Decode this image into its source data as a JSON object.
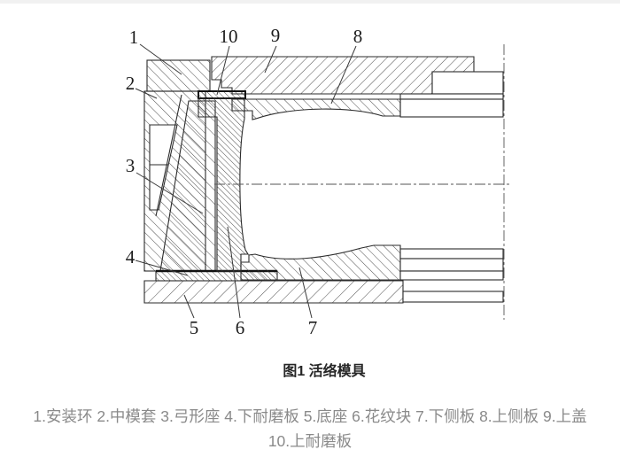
{
  "figure": {
    "caption": "图1 活络模具",
    "legend_line1": "1.安装环 2.中模套 3.弓形座 4.下耐磨板 5.底座 6.花纹块 7.下侧板 8.上侧板 9.上盖",
    "legend_line2": "10.上耐磨板",
    "callouts": [
      {
        "n": "1",
        "part": "安装环"
      },
      {
        "n": "2",
        "part": "中模套"
      },
      {
        "n": "3",
        "part": "弓形座"
      },
      {
        "n": "4",
        "part": "下耐磨板"
      },
      {
        "n": "5",
        "part": "底座"
      },
      {
        "n": "6",
        "part": "花纹块"
      },
      {
        "n": "7",
        "part": "下侧板"
      },
      {
        "n": "8",
        "part": "上侧板"
      },
      {
        "n": "9",
        "part": "上盖"
      },
      {
        "n": "10",
        "part": "上耐磨板"
      }
    ],
    "colors": {
      "line": "#2b2b2b",
      "hatch": "#3a3a3a",
      "caption_text": "#262626",
      "legend_text": "#8a8a8a",
      "background": "#ffffff",
      "top_border": "#f1f1f1"
    }
  }
}
